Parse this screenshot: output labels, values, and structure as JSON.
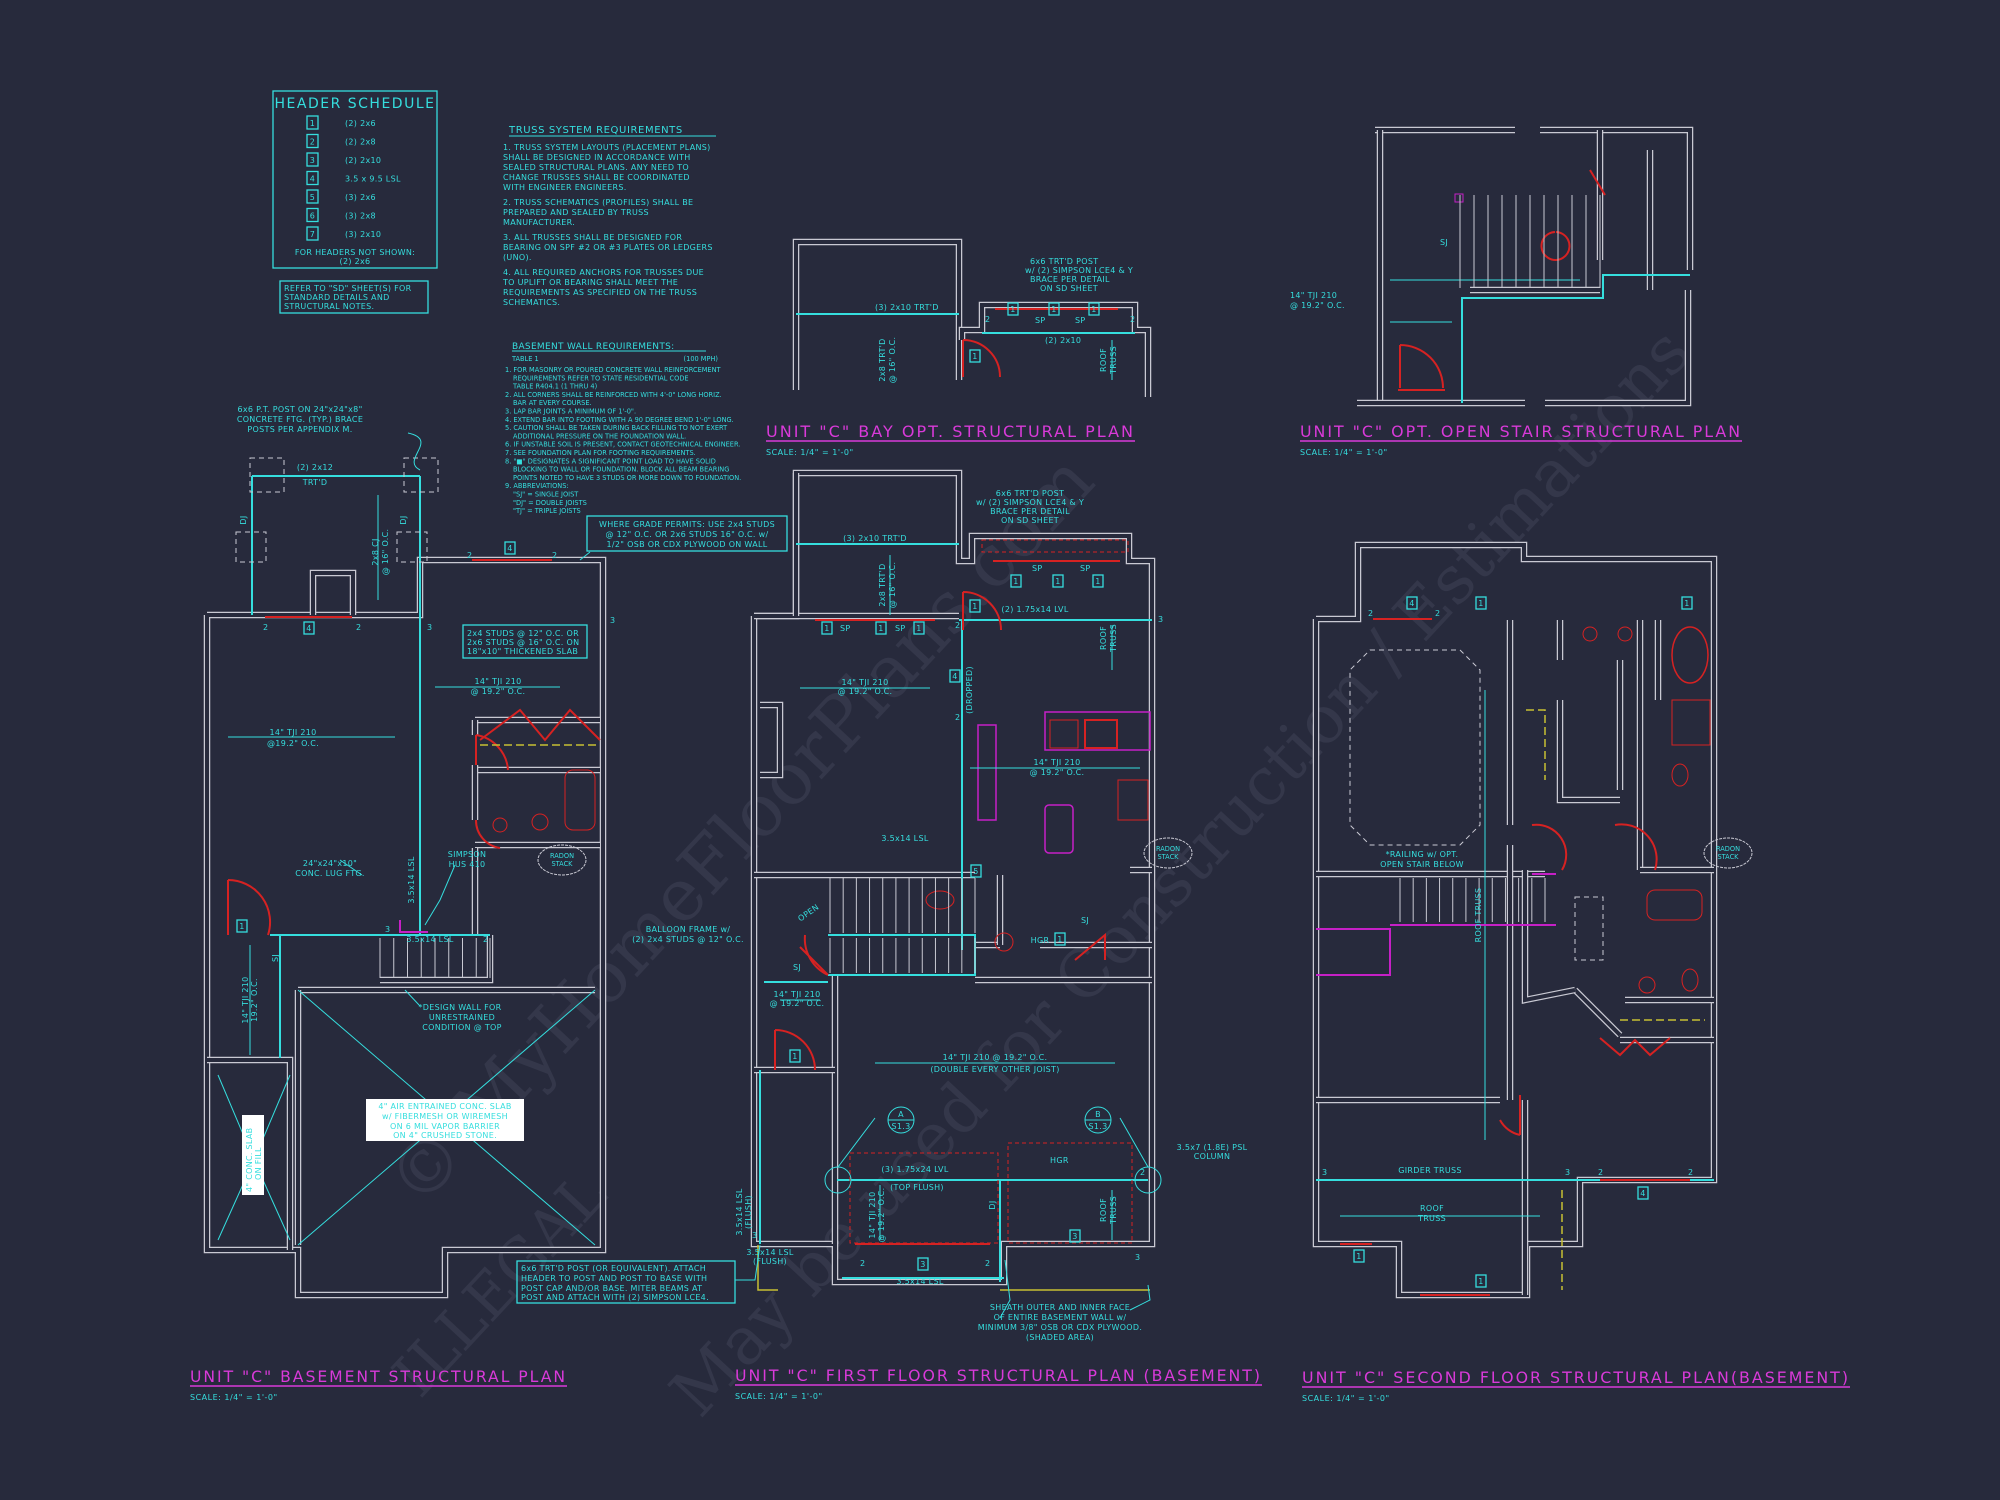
{
  "colors": {
    "background": "#272a3c",
    "annotation": "#35dede",
    "title": "#d93ad9",
    "wall": "#c9c9d3",
    "header": "#d62222",
    "railing": "#c620c6"
  },
  "header_schedule": {
    "title": "HEADER SCHEDULE",
    "items": [
      {
        "tag": "1",
        "size": "(2) 2x6"
      },
      {
        "tag": "2",
        "size": "(2) 2x8"
      },
      {
        "tag": "3",
        "size": "(2) 2x10"
      },
      {
        "tag": "4",
        "size": "3.5 x 9.5 LSL"
      },
      {
        "tag": "5",
        "size": "(3) 2x6"
      },
      {
        "tag": "6",
        "size": "(3) 2x8"
      },
      {
        "tag": "7",
        "size": "(3) 2x10"
      }
    ],
    "footer": [
      "FOR HEADERS NOT SHOWN:",
      "(2) 2x6"
    ]
  },
  "refer_note": [
    "REFER TO \"SD\" SHEET(S) FOR",
    "STANDARD DETAILS AND",
    "STRUCTURAL NOTES."
  ],
  "truss_requirements": {
    "title": "TRUSS SYSTEM REQUIREMENTS",
    "lines": [
      "1. TRUSS SYSTEM LAYOUTS (PLACEMENT PLANS)",
      "SHALL BE DESIGNED IN ACCORDANCE WITH",
      "SEALED STRUCTURAL PLANS. ANY NEED TO",
      "CHANGE TRUSSES SHALL BE COORDINATED",
      "WITH ENGINEER ENGINEERS.",
      "2. TRUSS SCHEMATICS (PROFILES) SHALL BE",
      "PREPARED AND SEALED BY TRUSS",
      "MANUFACTURER.",
      "3. ALL TRUSSES SHALL BE DESIGNED FOR",
      "BEARING ON SPF #2 OR #3 PLATES OR LEDGERS",
      "(UNO).",
      "4. ALL REQUIRED ANCHORS FOR TRUSSES DUE",
      "TO UPLIFT OR BEARING SHALL MEET THE",
      "REQUIREMENTS AS SPECIFIED ON THE TRUSS",
      "SCHEMATICS."
    ]
  },
  "basement_wall_requirements": {
    "title": "BASEMENT WALL REQUIREMENTS:",
    "table": "TABLE 1",
    "wind": "(100 MPH)",
    "lines": [
      "1. FOR MASONRY OR POURED CONCRETE WALL REINFORCEMENT",
      "REQUIREMENTS REFER TO STATE RESIDENTIAL CODE",
      "TABLE R404.1 (1 THRU 4)",
      "2. ALL CORNERS SHALL BE REINFORCED WITH 4'-0\" LONG HORIZ.",
      "BAR AT EVERY COURSE.",
      "3. LAP BAR JOINTS A MINIMUM OF 1'-0\".",
      "4. EXTEND BAR INTO FOOTING WITH A 90 DEGREE BEND 1'-0\" LONG.",
      "5. CAUTION SHALL BE TAKEN DURING BACK FILLING TO NOT EXERT",
      "ADDITIONAL PRESSURE ON THE FOUNDATION WALL.",
      "6. IF UNSTABLE SOIL IS PRESENT, CONTACT GEOTECHNICAL ENGINEER.",
      "7. SEE FOUNDATION PLAN FOR FOOTING REQUIREMENTS.",
      "8. \"■\" DESIGNATES A SIGNIFICANT POINT LOAD TO HAVE SOLID",
      "BLOCKING TO WALL OR FOUNDATION. BLOCK ALL BEAM BEARING",
      "POINTS NOTED TO HAVE 3 STUDS OR MORE DOWN TO FOUNDATION.",
      "9. ABBREVIATIONS:",
      "\"SJ\" = SINGLE JOIST",
      "\"DJ\" = DOUBLE JOISTS",
      "\"TJ\" = TRIPLE JOISTS"
    ]
  },
  "plans": {
    "bay_opt": {
      "title": "UNIT \"C\" BAY OPT. STRUCTURAL PLAN",
      "scale": "SCALE: 1/4\" = 1'-0\"",
      "labels": [
        "(3) 2x10 TRT'D",
        "2x8 TRT'D",
        "@ 16\" O.C.",
        "6x6 TRT'D POST",
        "w/ (2) SIMPSON LCE4 & Y",
        "BRACE PER DETAIL",
        "ON SD SHEET",
        "SP",
        "SP",
        "(2) 2x10",
        "ROOF",
        "TRUSS",
        "2",
        "2"
      ],
      "tags": [
        "1",
        "1",
        "1",
        "1"
      ]
    },
    "open_stair": {
      "title": "UNIT \"C\" OPT. OPEN STAIR STRUCTURAL PLAN",
      "scale": "SCALE: 1/4\" = 1'-0\"",
      "labels": [
        "14\" TJI 210",
        "@ 19.2\" O.C.",
        "SJ"
      ]
    },
    "basement": {
      "title": "UNIT \"C\" BASEMENT STRUCTURAL PLAN",
      "scale": "SCALE: 1/4\" = 1'-0\"",
      "labels": [
        "6x6 P.T. POST ON 24\"x24\"x8\"",
        "CONCRETE FTG. (TYP.) BRACE",
        "POSTS PER APPENDIX M.",
        "(2) 2x12",
        "TRT'D",
        "DJ",
        "DJ",
        "2x8 CJ",
        "@ 16\" O.C.",
        "14\" TJI 210",
        "@ 19.2\" O.C.",
        "14\" TJI 210",
        "@19.2\" O.C.",
        "24\"x24\"x10\"",
        "CONC. LUG FTG.",
        "SIMPSON",
        "HUS 410",
        "3.5x14 LSL",
        "3.5x14 LSL",
        "SJ",
        "14\" TJI 210",
        "19.2\" O.C.",
        "*DESIGN WALL FOR",
        "UNRESTRAINED",
        "CONDITION @ TOP",
        "2",
        "2",
        "2",
        "2",
        "3",
        "3",
        "3",
        "2"
      ],
      "radon": [
        "RADON",
        "STACK"
      ],
      "studs_note": [
        "2x4 STUDS @ 12\" O.C. OR",
        "2x6 STUDS @ 16\" O.C. ON",
        "18\"x10\" THICKENED SLAB"
      ],
      "grade_note": [
        "WHERE GRADE PERMITS: USE 2x4 STUDS",
        "@ 12\" O.C. OR 2x6 STUDS 16\" O.C. w/",
        "1/2\" OSB OR CDX PLYWOOD ON WALL"
      ],
      "slab_note": [
        "4\" AIR ENTRAINED CONC. SLAB",
        "w/ FIBERMESH OR WIREMESH",
        "ON 6 MIL VAPOR BARRIER",
        "ON 4\" CRUSHED STONE."
      ],
      "fill_note": [
        "4\" CONC. SLAB",
        "ON FILL"
      ],
      "tags": [
        "4",
        "4",
        "1"
      ]
    },
    "first_floor": {
      "title": "UNIT \"C\" FIRST FLOOR STRUCTURAL PLAN (BASEMENT)",
      "scale": "SCALE: 1/4\" = 1'-0\"",
      "labels": [
        "(3) 2x10 TRT'D",
        "2x8 TRT'D",
        "@ 16\" O.C.",
        "6x6 TRT'D POST",
        "w/ (2) SIMPSON LCE4 & Y",
        "BRACE PER DETAIL",
        "ON SD SHEET",
        "SP",
        "SP",
        "SP",
        "SP",
        "(2) 1.75x14 LVL",
        "(DROPPED)",
        "14\" TJI 210",
        "@ 19.2\" O.C.",
        "14\" TJI 210",
        "@ 19.2\" O.C.",
        "3.5x14 LSL",
        "BALLOON FRAME w/",
        "(2) 2x4 STUDS @ 12\" O.C.",
        "OPEN",
        "SJ",
        "HGR",
        "SJ",
        "14\" TJI 210",
        "@ 19.2\" O.C.",
        "14\" TJI 210 @ 19.2\" O.C.",
        "(DOUBLE EVERY OTHER JOIST)",
        "3.5x7 (1.8E) PSL",
        "COLUMN",
        "(3) 1.75x24 LVL",
        "(TOP FLUSH)",
        "HGR",
        "DJ",
        "ROOF",
        "TRUSS",
        "14\" TJI 210",
        "@ 19.2\" O.C.",
        "3.5x14 LSL",
        "(FLUSH)",
        "3.5x14 LSL",
        "(FLUSH)",
        "3.5x14 LSL",
        "ROOF",
        "TRUSS",
        "2",
        "2",
        "3",
        "2",
        "2",
        "3",
        "3",
        "2"
      ],
      "details": [
        {
          "id": "A",
          "sheet": "S1.3"
        },
        {
          "id": "B",
          "sheet": "S1.3"
        }
      ],
      "radon": [
        "RADON",
        "STACK"
      ],
      "post_note": [
        "6x6 TRT'D POST (OR EQUIVALENT). ATTACH",
        "HEADER TO POST AND POST TO BASE WITH",
        "POST CAP AND/OR BASE. MITER BEAMS AT",
        "POST AND ATTACH WITH (2) SIMPSON LCE4."
      ],
      "sheath_note": [
        "SHEATH OUTER AND INNER FACE",
        "OF ENTIRE BASEMENT WALL w/",
        "MINIMUM 3/8\" OSB OR CDX PLYWOOD.",
        "(SHADED AREA)"
      ],
      "tags": [
        "1",
        "1",
        "1",
        "1",
        "1",
        "1",
        "1",
        "4",
        "5",
        "1",
        "1",
        "3",
        "3"
      ]
    },
    "second_floor": {
      "title": "UNIT \"C\" SECOND FLOOR STRUCTURAL PLAN(BASEMENT)",
      "scale": "SCALE: 1/4\" = 1'-0\"",
      "labels": [
        "*RAILING w/ OPT.",
        "OPEN STAIR BELOW",
        "ROOF TRUSS",
        "GIRDER TRUSS",
        "ROOF",
        "TRUSS",
        "2",
        "2",
        "3",
        "3",
        "2",
        "2"
      ],
      "radon": [
        "RADON",
        "STACK"
      ],
      "tags": [
        "4",
        "1",
        "1",
        "4",
        "1",
        "1"
      ]
    }
  },
  "watermark": [
    "© MyHomeFloorPlans.com",
    "ILLEGAL",
    "May be used for Construction / Estimations"
  ]
}
